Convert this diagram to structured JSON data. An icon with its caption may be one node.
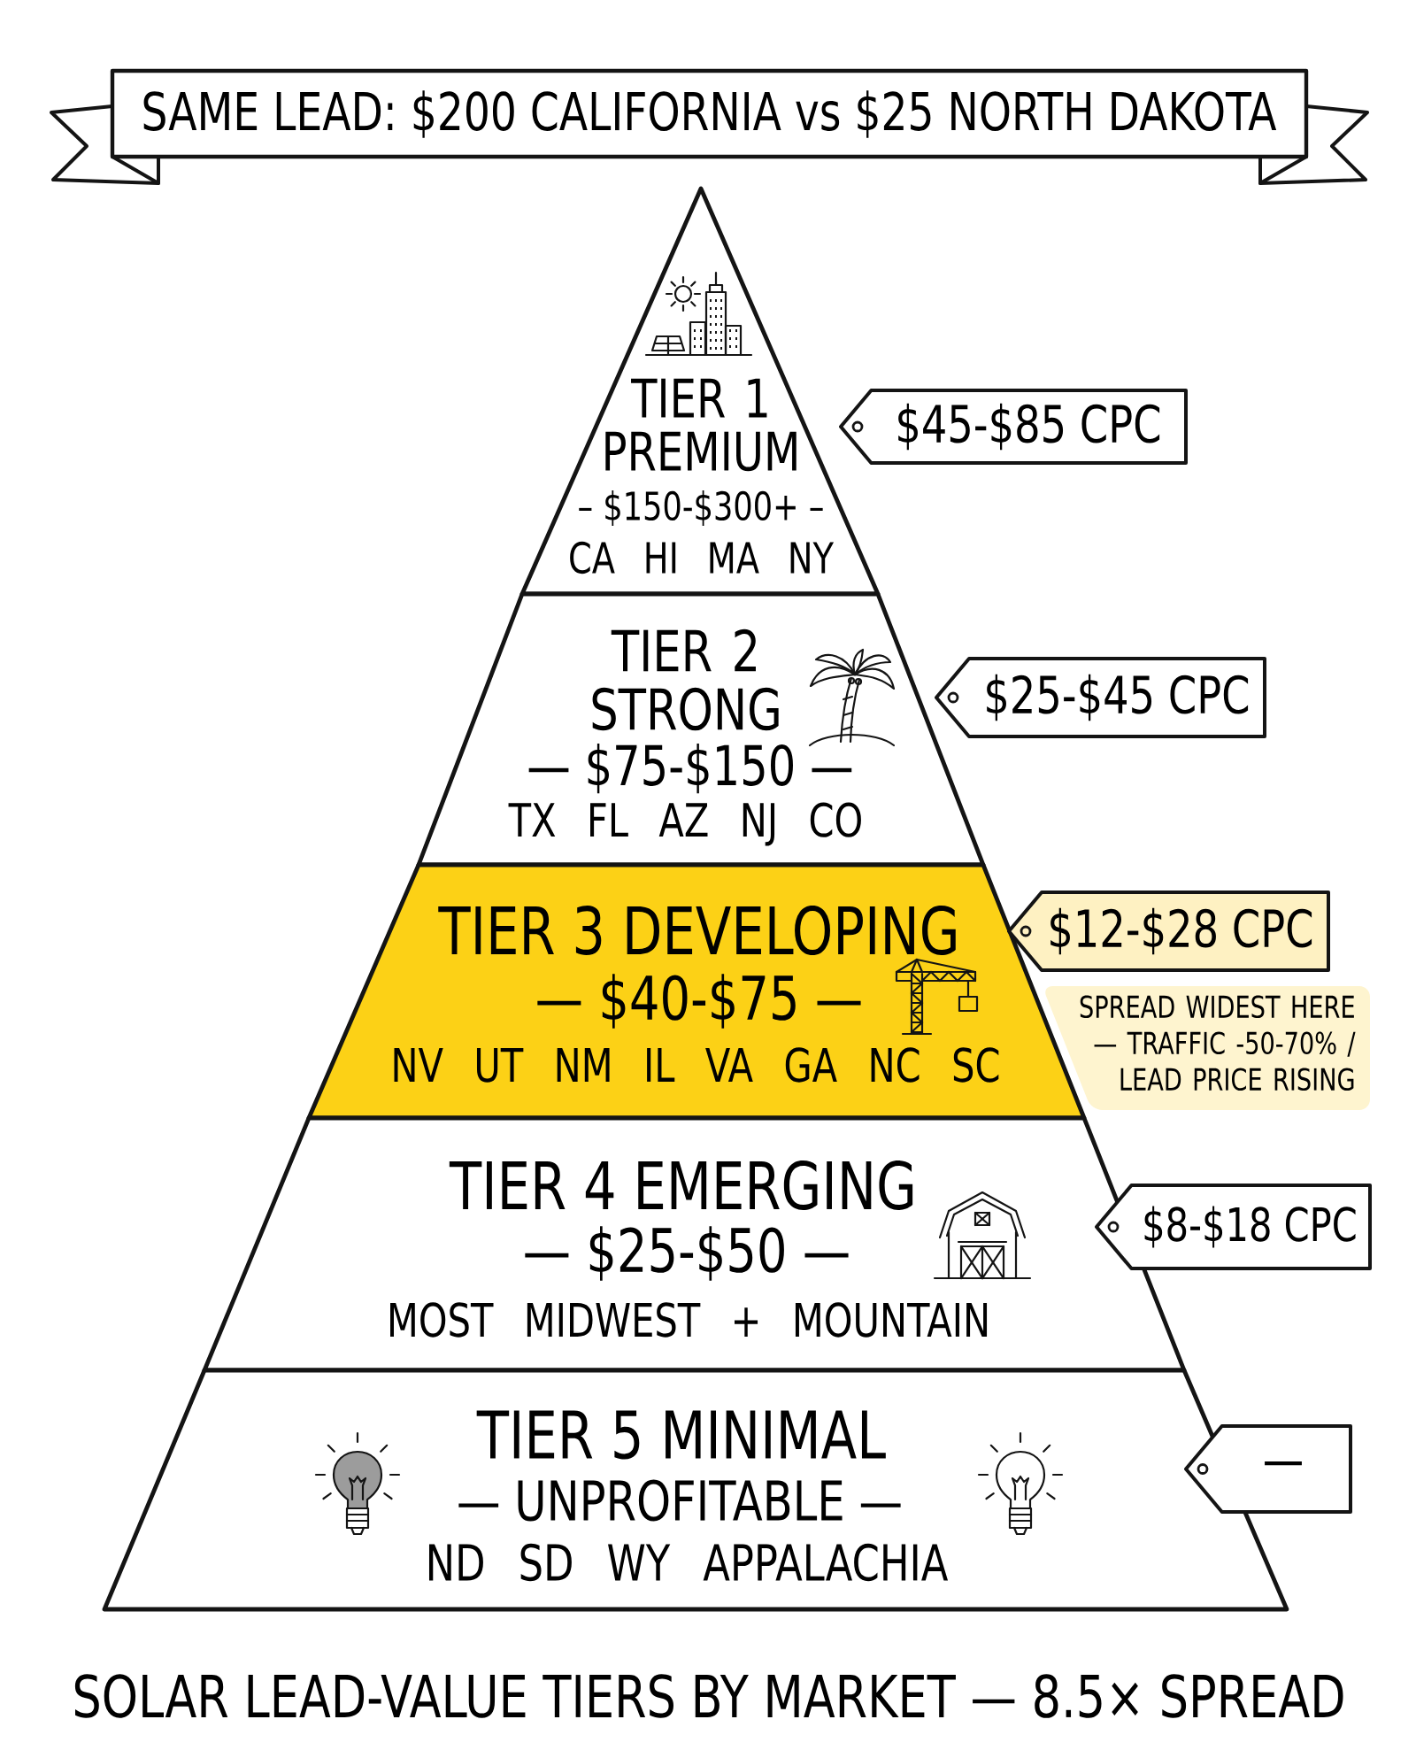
{
  "diagram": {
    "title": "SAME LEAD: $200 CALIFORNIA vs $25 NORTH DAKOTA",
    "caption": "SOLAR LEAD-VALUE TIERS BY MARKET — 8.5× SPREAD",
    "nodes": [
      {
        "text": [
          "TIER 1 PREMIUM",
          "– $150-$300+ –",
          "CA HI MA NY"
        ]
      },
      {
        "text": [
          "TIER 2 STRONG",
          "— $75-$150 —",
          "TX FL AZ NJ CO"
        ]
      },
      {
        "text": [
          "TIER 3 DEVELOPING",
          "— $40-$75 —",
          "NV UT NM IL VA GA NC SC"
        ]
      },
      {
        "text": [
          "TIER 4 EMERGING",
          "— $25-$50 —",
          "MOST MIDWEST + MOUNTAIN"
        ]
      },
      {
        "text": [
          "TIER 5 MINIMAL",
          "— UNPROFITABLE —",
          "ND SD WY APPALACHIA"
        ]
      },
      {
        "text": [
          "$45-$85 CPC"
        ]
      },
      {
        "text": [
          "$25-$45 CPC"
        ]
      },
      {
        "text": [
          "$12-$28 CPC"
        ]
      },
      {
        "text": [
          "$8-$18 CPC"
        ]
      },
      {
        "text": [
          "—"
        ]
      }
    ],
    "labels": [
      "SPREAD WIDEST HERE — TRAFFIC -50-70% / LEAD PRICE RISING"
    ]
  }
}
